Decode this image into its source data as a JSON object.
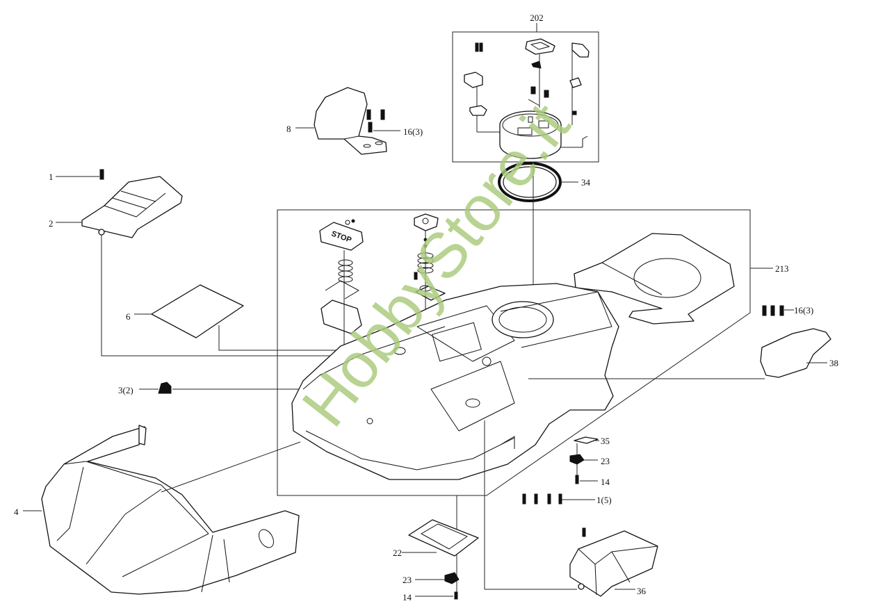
{
  "diagram": {
    "type": "exploded-parts-diagram",
    "watermark": "HobbyStore.it",
    "watermark_color": "#a8c97a",
    "line_color": "#111111",
    "groups": [
      {
        "id": "202",
        "label": "202",
        "description": "lift sensor sub-assembly (boxed)"
      },
      {
        "id": "213",
        "label": "213",
        "description": "top chassis assembly with buttons (boxed)"
      }
    ],
    "callouts": [
      {
        "id": "1",
        "label": "1",
        "part": "screw"
      },
      {
        "id": "2",
        "label": "2",
        "part": "rear left cover"
      },
      {
        "id": "6",
        "label": "6",
        "part": "pad / seal plate"
      },
      {
        "id": "3",
        "label": "3(2)",
        "part": "rubber bumper nut"
      },
      {
        "id": "4",
        "label": "4",
        "part": "front shell"
      },
      {
        "id": "8",
        "label": "8",
        "part": "handle cover"
      },
      {
        "id": "16a",
        "label": "16(3)",
        "part": "screws for handle"
      },
      {
        "id": "202",
        "label": "202",
        "part": "lift sensor assembly"
      },
      {
        "id": "34",
        "label": "34",
        "part": "sealing ring"
      },
      {
        "id": "213",
        "label": "213",
        "part": "chassis assembly"
      },
      {
        "id": "16b",
        "label": "16(3)",
        "part": "screws"
      },
      {
        "id": "38",
        "label": "38",
        "part": "side cover"
      },
      {
        "id": "35",
        "label": "35",
        "part": "plate"
      },
      {
        "id": "23a",
        "label": "23",
        "part": "clip"
      },
      {
        "id": "14a",
        "label": "14",
        "part": "screw"
      },
      {
        "id": "1b",
        "label": "1(5)",
        "part": "screws"
      },
      {
        "id": "22",
        "label": "22",
        "part": "display cover"
      },
      {
        "id": "23b",
        "label": "23",
        "part": "clip"
      },
      {
        "id": "14b",
        "label": "14",
        "part": "screw"
      },
      {
        "id": "36",
        "label": "36",
        "part": "rear right cover"
      }
    ],
    "stop_button_text": "STOP"
  }
}
